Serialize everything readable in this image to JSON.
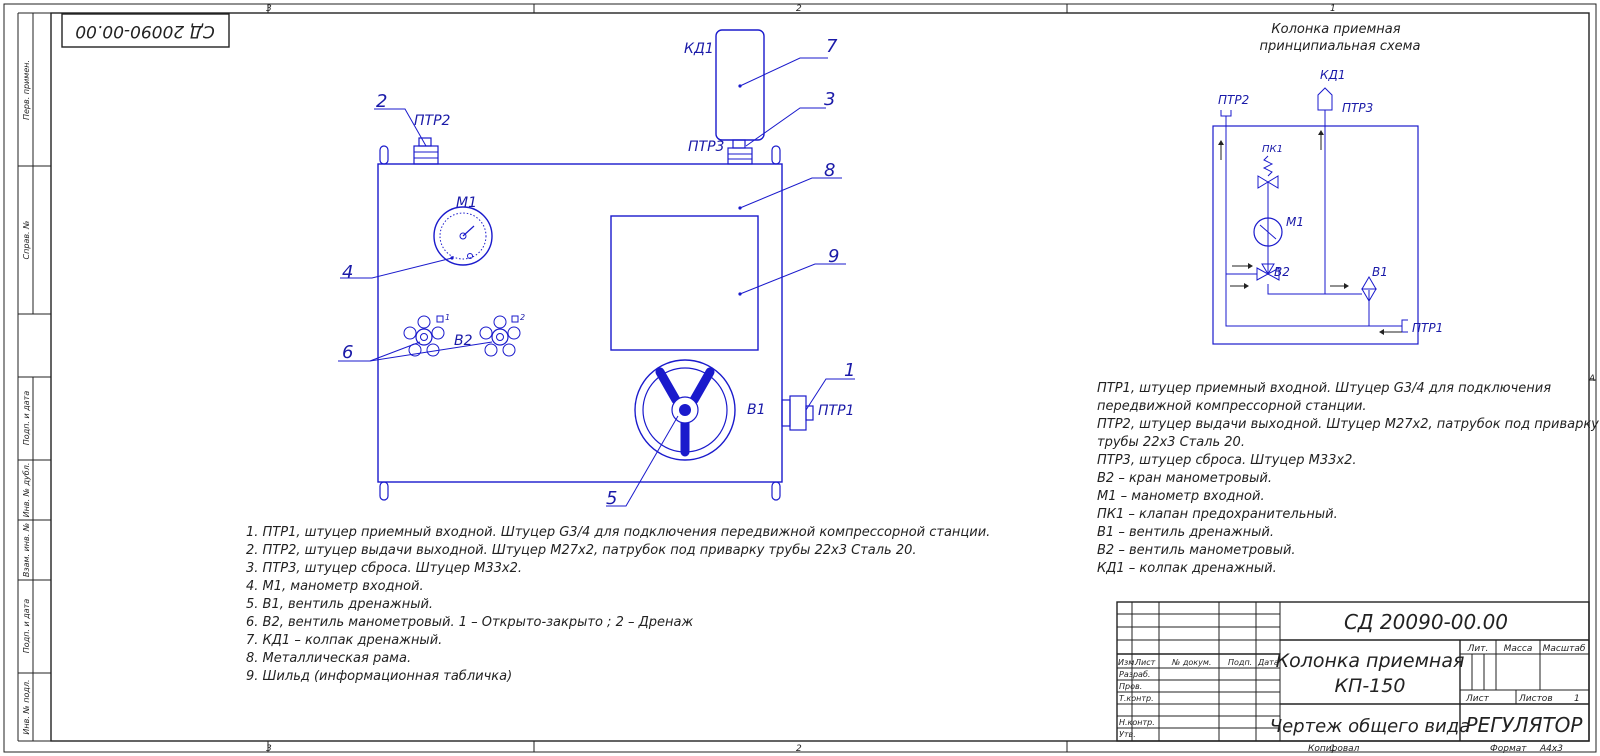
{
  "colors": {
    "drawing": "#1a1acc",
    "frame": "#222222",
    "paper": "#ffffff"
  },
  "zones": {
    "top": [
      "3",
      "2",
      "1"
    ],
    "bottom": [
      "3",
      "2",
      "1"
    ],
    "right": "A"
  },
  "side_stamp": [
    "Перв. примен.",
    "Справ. №",
    "Подп. и дата",
    "Инв. № дубл.",
    "Взам. инв. №",
    "Подп. и дата",
    "Инв. № подл."
  ],
  "doc_number_rotated": "СД 20090-00.00",
  "callouts": {
    "kd1": "КД1",
    "ptr2": "ПТР2",
    "ptr3": "ПТР3",
    "m1": "М1",
    "v2": "В2",
    "v1": "В1",
    "ptr1": "ПТР1",
    "n1": "1",
    "n2": "2",
    "n3": "3",
    "n4": "4",
    "n5": "5",
    "n6": "6",
    "n7": "7",
    "n8": "8",
    "n9": "9",
    "pos1": "1",
    "pos2": "2"
  },
  "notes_main": [
    "1. ПТР1, штуцер приемный входной. Штуцер G3/4 для подключения передвижной компрессорной станции.",
    "2. ПТР2, штуцер выдачи выходной. Штуцер М27х2, патрубок под приварку трубы 22х3 Сталь 20.",
    "3. ПТР3, штуцер сброса. Штуцер М33х2.",
    "4. М1, манометр входной.",
    "5. В1, вентиль дренажный.",
    "6. В2, вентиль манометровый. 1 – Открыто-закрыто ; 2 – Дренаж",
    "7. КД1 – колпак дренажный.",
    "8. Металлическая рама.",
    "9. Шильд (информационная табличка)"
  ],
  "schematic": {
    "title_line1": "Колонка приемная",
    "title_line2": "принципиальная схема",
    "labels": {
      "kd1": "КД1",
      "ptr2": "ПТР2",
      "ptr3": "ПТР3",
      "pk1": "ПК1",
      "m1": "М1",
      "v2": "В2",
      "v1": "В1",
      "ptr1": "ПТР1"
    }
  },
  "legend": [
    "ПТР1, штуцер приемный входной. Штуцер G3/4 для подключения",
    "передвижной компрессорной станции.",
    "ПТР2, штуцер выдачи выходной. Штуцер М27х2, патрубок под приварку",
    "трубы 22х3 Сталь 20.",
    "ПТР3, штуцер сброса. Штуцер М33х2.",
    "В2 – кран манометровый.",
    "М1 – манометр входной.",
    "ПК1 – клапан предохранительный.",
    "В1 – вентиль дренажный.",
    "В2 – вентиль манометровый.",
    "КД1 – колпак дренажный."
  ],
  "title_block": {
    "doc_number": "СД 20090-00.00",
    "name_line1": "Колонка приемная",
    "name_line2": "КП-150",
    "drawing_type": "Чертеж общего вида",
    "company": "РЕГУЛЯТОР",
    "col_izm": "Изм.",
    "col_list": "Лист",
    "col_doc": "№ докум.",
    "col_podp": "Подп.",
    "col_data": "Дата",
    "razrab": "Разраб.",
    "prov": "Пров.",
    "tkontr": "Т.контр.",
    "nkontr": "Н.контр.",
    "utv": "Утв.",
    "lit": "Лит.",
    "massa": "Масса",
    "masshtab": "Масштаб",
    "list": "Лист",
    "listov": "Листов",
    "listov_value": "1"
  },
  "footer": {
    "kopiroval": "Копировал",
    "format_label": "Формат",
    "format_value": "А4х3"
  }
}
